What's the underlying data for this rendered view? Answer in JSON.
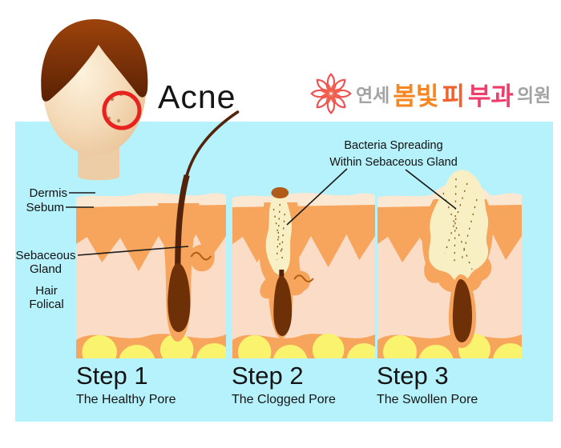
{
  "title": "Acne",
  "logo": {
    "flower_icon": "flower-icon",
    "part1": "연세",
    "part2": "봄빛",
    "part3": "피",
    "part4": "부과",
    "part5": "의원"
  },
  "annotations": {
    "dermis": "Dermis",
    "sebum": "Sebum",
    "sebaceous_line1": "Sebaceous",
    "sebaceous_line2": "Gland",
    "hair_line1": "Hair",
    "hair_line2": "Folical",
    "bacteria_line1": "Bacteria Spreading",
    "bacteria_line2": "Within Sebaceous Gland"
  },
  "steps": [
    {
      "title": "Step 1",
      "subtitle": "The Healthy Pore"
    },
    {
      "title": "Step 2",
      "subtitle": "The Clogged Pore"
    },
    {
      "title": "Step 3",
      "subtitle": "The Swollen Pore"
    }
  ],
  "colors": {
    "background": "#ffffff",
    "panel_background": "#b6f2fc",
    "skin_surface": "#fae8d3",
    "dermis_orange": "#f7a45c",
    "subcutis_pink": "#fbdcc6",
    "fat_yellow": "#faf36e",
    "hair_dark_brown": "#54230a",
    "follicle_brown": "#6e3107",
    "clog_cream": "#f8f0c4",
    "plug_brown": "#b25a17",
    "marker_red": "#e8221f",
    "logo_orange": "#f6861f",
    "logo_pink": "#ee3d68",
    "logo_gray": "#a3a3a3",
    "text": "#1a1a1a"
  }
}
